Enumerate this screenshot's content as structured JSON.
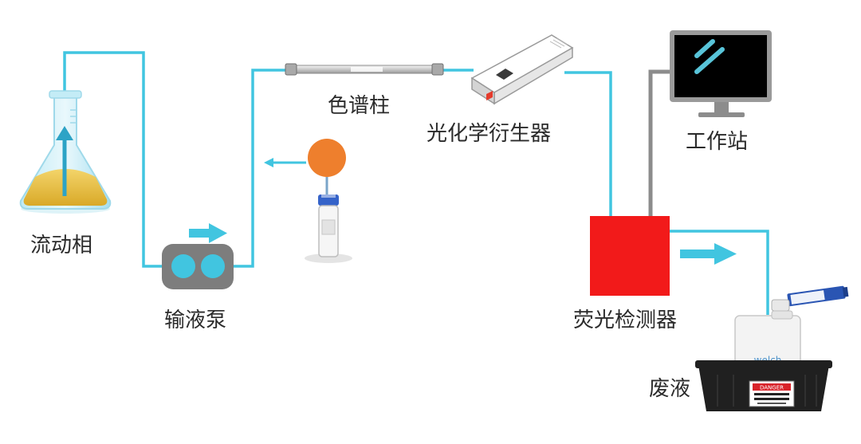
{
  "diagram": {
    "line_color": "#41c5e0",
    "signal_line_color": "#8c8c8c",
    "labels": {
      "mobile_phase": "流动相",
      "pump": "输液泵",
      "column": "色谱柱",
      "derivatizer": "光化学衍生器",
      "workstation": "工作站",
      "detector": "荧光检测器",
      "waste": "废液"
    },
    "components": {
      "mobile_phase": {
        "icon": "erlenmeyer-flask-icon",
        "liquid_color": "#e8c24a"
      },
      "pump": {
        "icon": "pump-icon",
        "body_color": "#7d7d7d",
        "head_color": "#41c5e0"
      },
      "injector": {
        "icon": "sample-vial-icon",
        "ball_color": "#ee7f2d",
        "cap_color": "#3563c9"
      },
      "column": {
        "icon": "chromatography-column-icon"
      },
      "derivatizer": {
        "icon": "photochemical-derivatizer-icon"
      },
      "workstation": {
        "icon": "computer-monitor-icon",
        "screen_color": "#3a3f44"
      },
      "detector": {
        "icon": "detector-block-icon",
        "color": "#f21a1a"
      },
      "waste": {
        "icon": "waste-container-icon",
        "bin_color": "#202020",
        "bottle_brand": "welch",
        "warning_label": "DANGER"
      }
    }
  }
}
